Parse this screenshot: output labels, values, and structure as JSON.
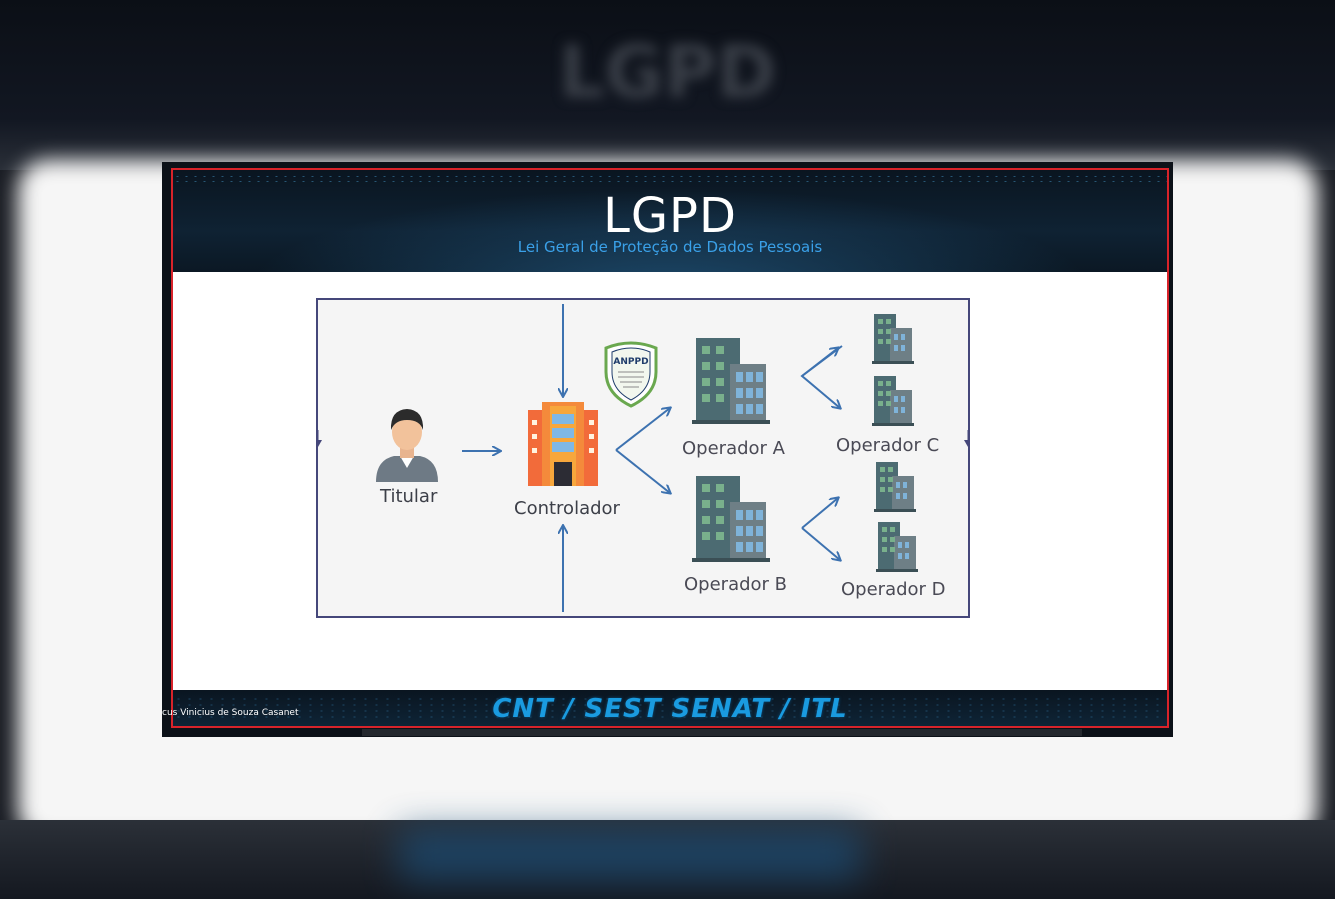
{
  "slide": {
    "title": "LGPD",
    "subtitle": "Lei Geral de Proteção de Dados Pessoais",
    "footer_brand": "CNT / SEST SENAT / ITL"
  },
  "diagram": {
    "titular": "Titular",
    "controlador": "Controlador",
    "operador_a": "Operador A",
    "operador_b": "Operador  B",
    "operador_c": "Operador C",
    "operador_d": "Operador D",
    "badge_text": "ANPPD"
  },
  "speaker": {
    "name": "cus Vinicius de Souza Casanet"
  },
  "colors": {
    "arrow": "#3d72b0",
    "frame_border": "#d8232a",
    "subtitle": "#3aa0e8",
    "building": "#4c6b72",
    "building_window": "#7fb3d9"
  },
  "icons": [
    "person-icon",
    "office-building-icon",
    "anppd-shield-icon"
  ]
}
